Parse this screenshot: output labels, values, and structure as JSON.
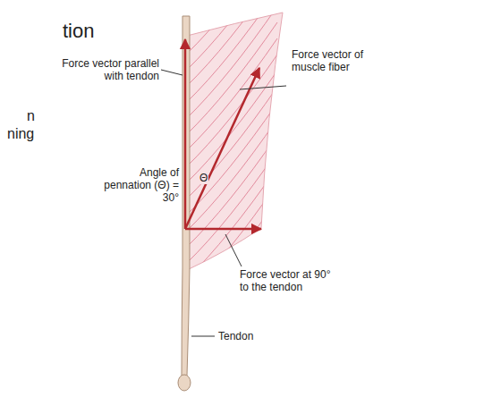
{
  "diagram": {
    "labels": [
      "tion",
      "n",
      "ning",
      "Force vector parallel with tendon",
      "Angle of pennation (Θ) = 30°",
      "Θ",
      "Force vector of muscle fiber",
      "Force vector at 90° to the tendon",
      "Tendon"
    ]
  }
}
